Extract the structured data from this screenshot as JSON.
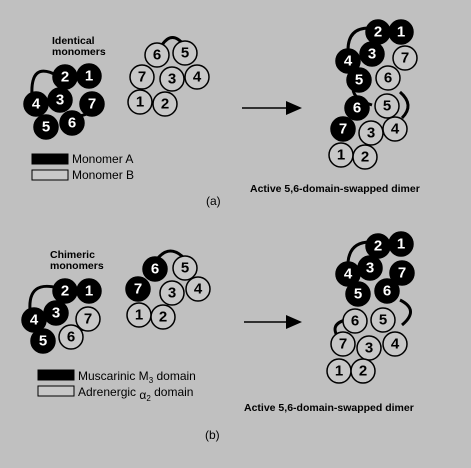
{
  "panel_a": {
    "title_line1": "Identical",
    "title_line2": "monomers",
    "legend": [
      {
        "label": "Monomer A",
        "color": "#000000"
      },
      {
        "label": "Monomer B",
        "color": "#c8c8c8"
      }
    ],
    "dimer_caption": "Active 5,6-domain-swapped dimer",
    "panel_label": "(a)"
  },
  "panel_b": {
    "title_line1": "Chimeric",
    "title_line2": "monomers",
    "legend": [
      {
        "label_main": "Muscarinic M",
        "label_sub": "3",
        "label_tail": " domain",
        "color": "#000000"
      },
      {
        "label_main": "Adrenergic ",
        "label_sub": "α",
        "label_sub2": "2",
        "label_tail": "  domain",
        "color": "#c8c8c8"
      }
    ],
    "dimer_caption": "Active 5,6-domain-swapped dimer",
    "panel_label": "(b)"
  },
  "domain_numbers": [
    "1",
    "2",
    "3",
    "4",
    "5",
    "6",
    "7"
  ]
}
